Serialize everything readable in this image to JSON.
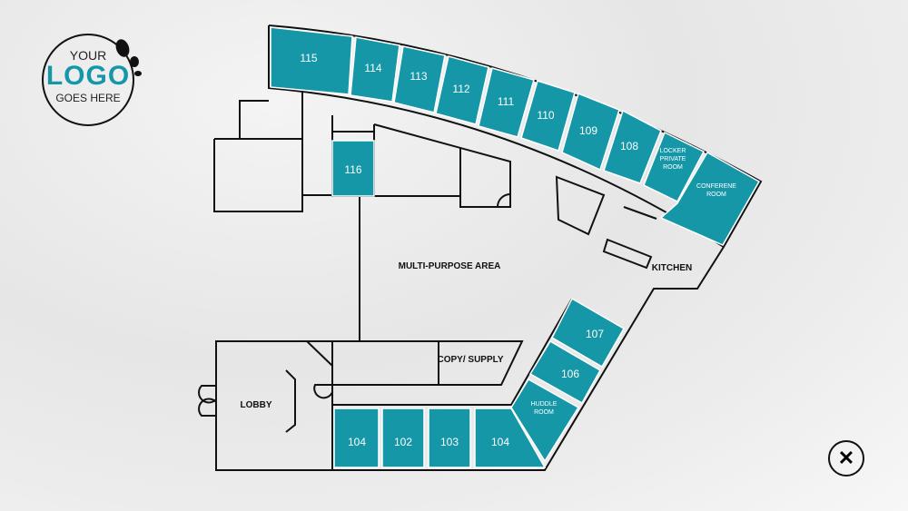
{
  "logo": {
    "line1": "YOUR",
    "line2": "LOGO",
    "line3": "GOES HERE"
  },
  "colors": {
    "room": "#1597a8",
    "wall": "#111111",
    "room_text": "#ffffff"
  },
  "rooms": [
    {
      "id": "115",
      "label": "115"
    },
    {
      "id": "114",
      "label": "114"
    },
    {
      "id": "113",
      "label": "113"
    },
    {
      "id": "112",
      "label": "112"
    },
    {
      "id": "111",
      "label": "111"
    },
    {
      "id": "110",
      "label": "110"
    },
    {
      "id": "109",
      "label": "109"
    },
    {
      "id": "108",
      "label": "108"
    },
    {
      "id": "locker",
      "label": "LOCKER PRIVATE ROOM"
    },
    {
      "id": "conference",
      "label": "CONFERENE ROOM"
    },
    {
      "id": "116",
      "label": "116"
    },
    {
      "id": "107",
      "label": "107"
    },
    {
      "id": "106",
      "label": "106"
    },
    {
      "id": "huddle",
      "label": "HUDDLE ROOM"
    },
    {
      "id": "104b",
      "label": "104"
    },
    {
      "id": "103",
      "label": "103"
    },
    {
      "id": "102",
      "label": "102"
    },
    {
      "id": "104a",
      "label": "104"
    }
  ],
  "areas": {
    "multipurpose": "MULTI-PURPOSE AREA",
    "kitchen": "KITCHEN",
    "copy": "COPY/ SUPPLY",
    "lobby": "LOBBY"
  },
  "close_icon": "close-icon"
}
